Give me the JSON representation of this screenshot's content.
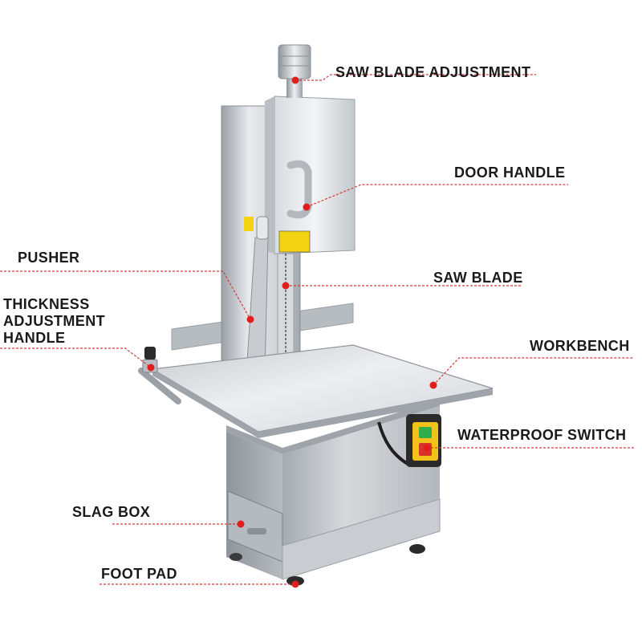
{
  "colors": {
    "leader_line": "#d33a3a",
    "marker_dot": "#e11d1d",
    "label_text": "#1a1a1a",
    "stainless_light": "#e8eaed",
    "stainless_mid": "#b9bec4",
    "stainless_dark": "#8d939a",
    "switch_yellow": "#f2c21b",
    "switch_green": "#2fae4b",
    "switch_red": "#d8332b"
  },
  "labels": {
    "saw_blade_adjustment": "SAW BLADE ADJUSTMENT",
    "door_handle": "DOOR HANDLE",
    "pusher": "PUSHER",
    "saw_blade": "SAW BLADE",
    "thickness_adjustment_handle": [
      "THICKNESS",
      "ADJUSTMENT",
      "HANDLE"
    ],
    "workbench": "WORKBENCH",
    "waterproof_switch": "WATERPROOF SWITCH",
    "slag_box": "SLAG BOX",
    "foot_pad": "FOOT PAD"
  }
}
